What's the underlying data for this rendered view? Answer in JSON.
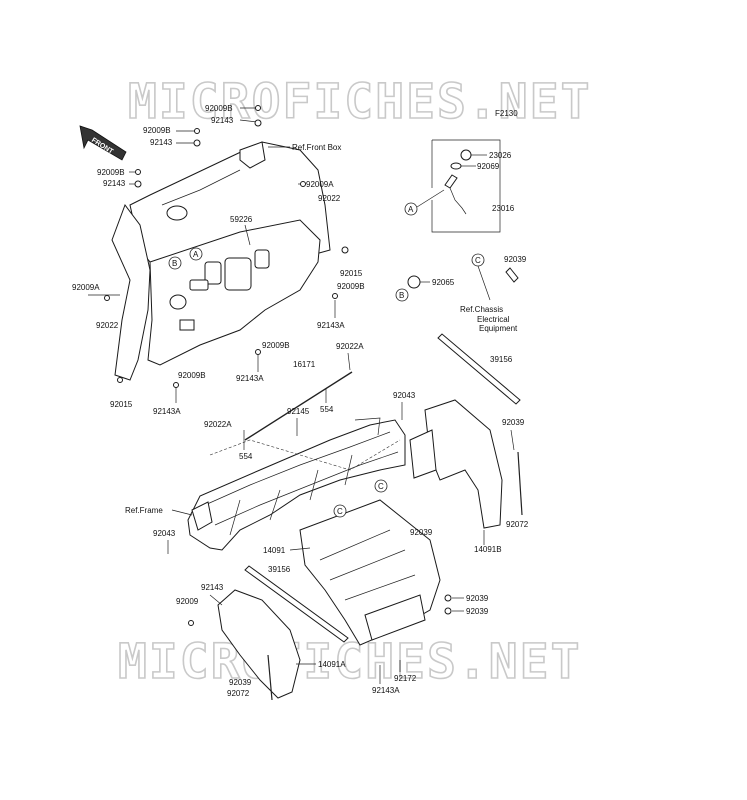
{
  "figure_code": "F2130",
  "watermark": "MICROFICHES.NET",
  "front_arrow": "FRONT",
  "callouts": [
    "A",
    "B",
    "C"
  ],
  "labels": {
    "92009B_a": "92009B",
    "92143_a": "92143",
    "92009B_b": "92009B",
    "92143_b": "92143",
    "92009B_c": "92009B",
    "92143_c": "92143",
    "ref_front_box": "Ref.Front Box",
    "92009A_a": "92009A",
    "92022_a": "92022",
    "59226": "59226",
    "92009A_b": "92009A",
    "92022_b": "92022",
    "92015_a": "92015",
    "92009B_d": "92009B",
    "92143A_a": "92143A",
    "92009B_e": "92009B",
    "92143A_b": "92143A",
    "92015_b": "92015",
    "92009B_f": "92009B",
    "92143A_c": "92143A",
    "23026": "23026",
    "92069": "92069",
    "23016": "23016",
    "92065": "92065",
    "92039_a": "92039",
    "ref_chassis_1": "Ref.Chassis",
    "ref_chassis_2": "Electrical",
    "ref_chassis_3": "Equipment",
    "92022A_a": "92022A",
    "16171": "16171",
    "554_a": "554",
    "92043_a": "92043",
    "39156_a": "39156",
    "92022A_b": "92022A",
    "92145": "92145",
    "554_b": "554",
    "92039_b": "92039",
    "ref_frame": "Ref.Frame",
    "92043_b": "92043",
    "92039_c": "92039",
    "92072_a": "92072",
    "14091B": "14091B",
    "14091": "14091",
    "39156_b": "39156",
    "92143_d": "92143",
    "92009": "92009",
    "92039_d": "92039",
    "92039_e": "92039",
    "14091A": "14091A",
    "92039_f": "92039",
    "92072_b": "92072",
    "92172": "92172",
    "92143A_d": "92143A"
  }
}
